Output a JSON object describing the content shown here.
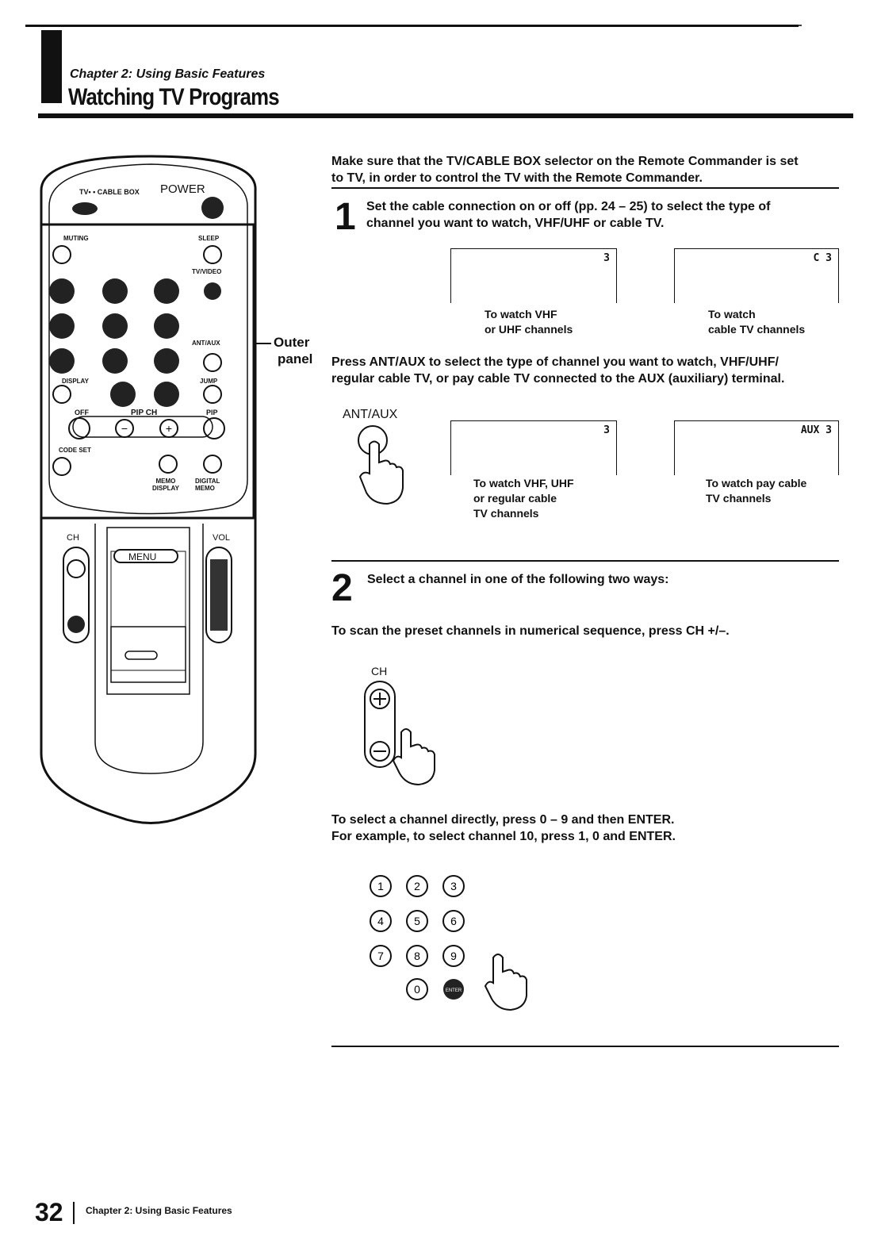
{
  "header": {
    "chapter": "Chapter 2: Using Basic Features",
    "title": "Watching TV Programs"
  },
  "intro": {
    "line1": "Make sure that the TV/CABLE BOX selector on the Remote Commander is set",
    "line2": "to TV, in order to control the TV with the Remote Commander."
  },
  "remote": {
    "selector_label": "TV• • CABLE BOX",
    "power": "POWER",
    "muting": "MUTING",
    "sleep": "SLEEP",
    "tv_video": "TV/VIDEO",
    "ant_aux": "ANT/AUX",
    "display": "DISPLAY",
    "jump": "JUMP",
    "off": "OFF",
    "pip_ch": "PIP CH",
    "pip": "PIP",
    "code_set": "CODE SET",
    "memo_display": "MEMO\nDISPLAY",
    "digital_memo": "DIGITAL\nMEMO",
    "ch": "CH",
    "vol": "VOL",
    "menu": "MENU"
  },
  "outer_panel": {
    "line1": "Outer",
    "line2": "panel"
  },
  "step1": {
    "number": "1",
    "line1": "Set the cable connection on or off (pp. 24 – 25) to select the type of",
    "line2": "channel you want to watch, VHF/UHF or cable TV.",
    "screens": [
      {
        "label": "3",
        "caption1": "To watch VHF",
        "caption2": "or UHF channels"
      },
      {
        "label": "C  3",
        "caption1": "To watch",
        "caption2": "cable TV channels"
      }
    ],
    "antaux_line1": "Press ANT/AUX to select the type of channel you want to watch, VHF/UHF/",
    "antaux_line2": "regular cable TV, or pay cable TV connected to the AUX (auxiliary) terminal.",
    "antaux_button": "ANT/AUX",
    "screens2": [
      {
        "label": "3",
        "caption1": "To watch VHF, UHF",
        "caption2": "or regular cable",
        "caption3": "TV channels"
      },
      {
        "label": "AUX  3",
        "caption1": "To watch pay cable",
        "caption2": "TV channels"
      }
    ]
  },
  "step2": {
    "number": "2",
    "heading": "Select a channel in one of the following two ways:",
    "scan": "To scan the preset channels in numerical sequence, press CH +/–.",
    "ch_label": "CH",
    "direct1": "To select a channel directly, press 0 – 9 and then ENTER.",
    "direct2": "For example, to select channel 10, press 1, 0 and ENTER.",
    "keys": [
      "1",
      "2",
      "3",
      "4",
      "5",
      "6",
      "7",
      "8",
      "9",
      "0"
    ],
    "enter": "ENTER"
  },
  "footer": {
    "page": "32",
    "chapter": "Chapter 2: Using Basic Features"
  }
}
